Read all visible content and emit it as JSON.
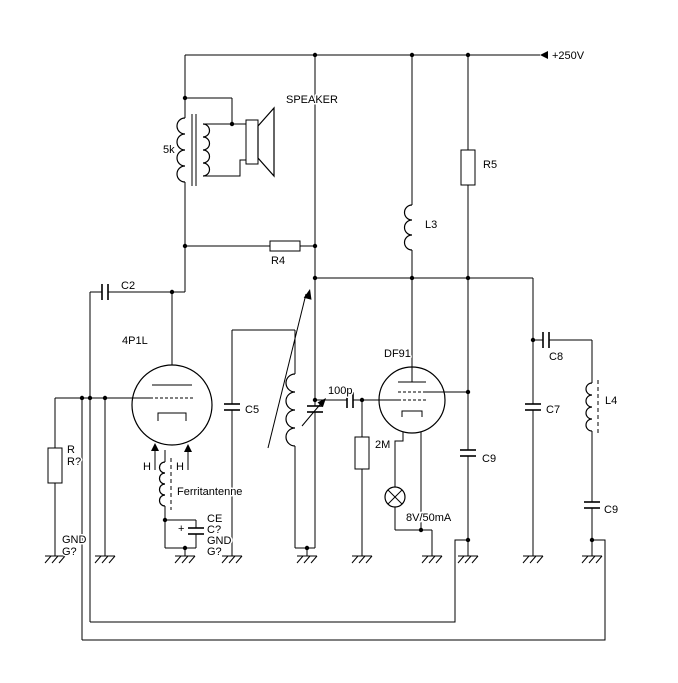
{
  "labels": {
    "supply": "+250V",
    "speaker": "SPEAKER",
    "transformer": "5k",
    "r4": "R4",
    "r5": "R5",
    "l3": "L3",
    "c2": "C2",
    "tube_left": "4P1L",
    "tube_right": "DF91",
    "c8": "C8",
    "cap_100p": "100p",
    "c7": "C7",
    "l4": "L4",
    "c5": "C5",
    "r_grid": "2M",
    "c9_screen": "C9",
    "lamp": "8V/50mA",
    "r_left_1": "R",
    "r_left_2": "R?",
    "gnd_left_1": "GND",
    "gnd_left_2": "G?",
    "heater_left": "H",
    "heater_right": "H",
    "ferrite": "Ferritantenne",
    "ce_1": "CE",
    "ce_2": "C?",
    "ce_3": "GND",
    "ce_4": "G?",
    "ce_plus": "+",
    "c9_output": "C9"
  },
  "colors": {
    "line": "#000000",
    "background": "#ffffff"
  }
}
